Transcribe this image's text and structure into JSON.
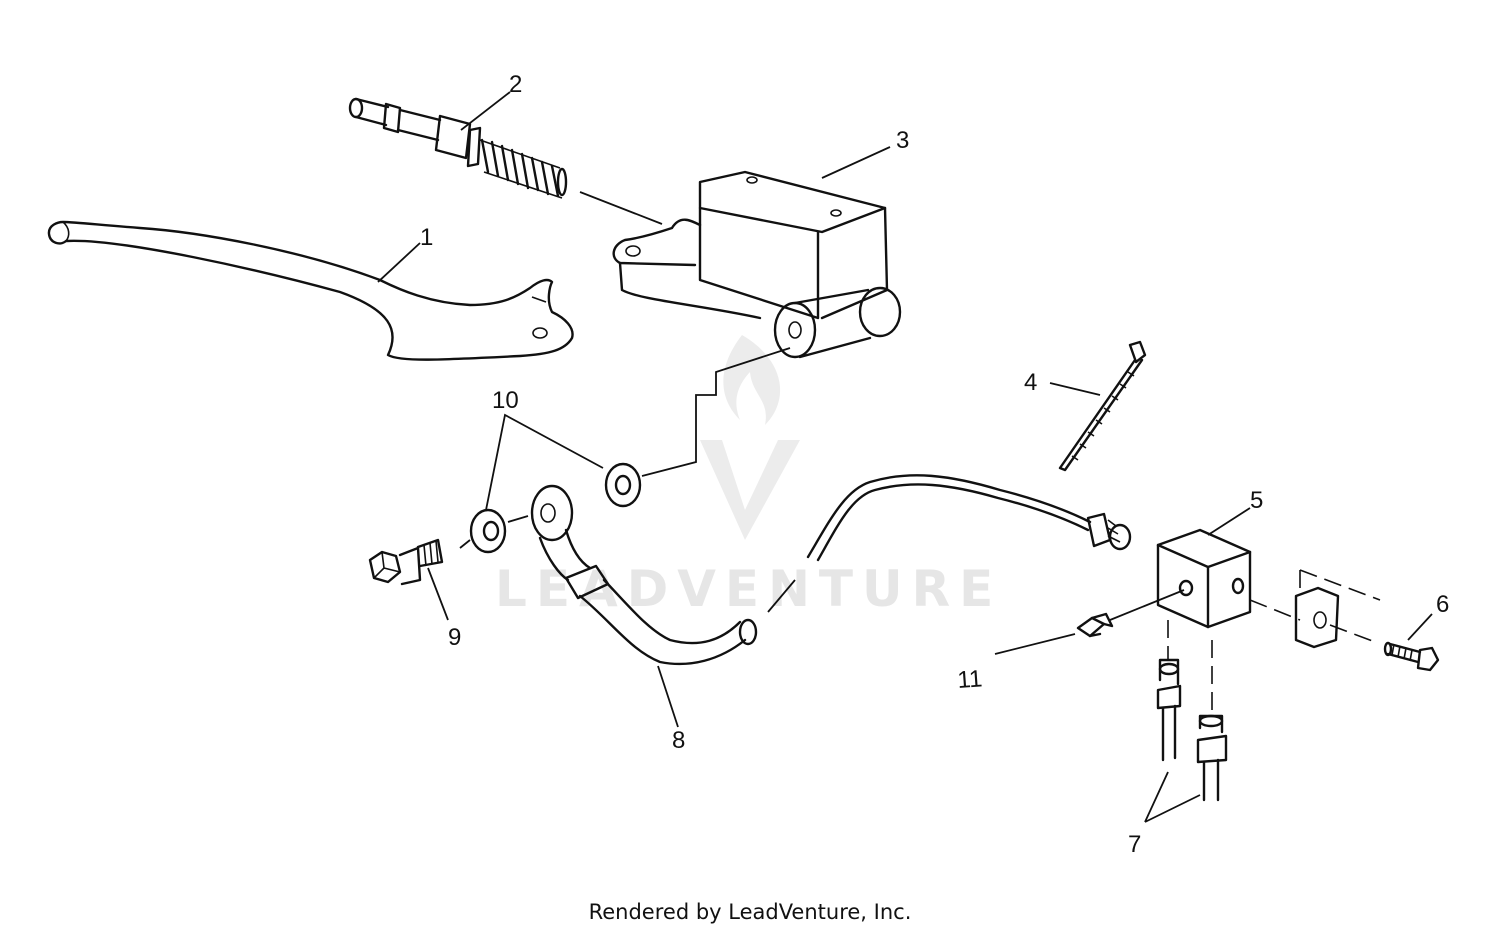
{
  "callouts": {
    "c1": "1",
    "c2": "2",
    "c3": "3",
    "c4": "4",
    "c5": "5",
    "c6": "6",
    "c7": "7",
    "c8": "8",
    "c9": "9",
    "c10": "10",
    "c11": "11"
  },
  "watermark": {
    "text": "LEADVENTURE",
    "color": "#e6e6e6"
  },
  "footer": {
    "text": "Rendered by LeadVenture, Inc."
  }
}
